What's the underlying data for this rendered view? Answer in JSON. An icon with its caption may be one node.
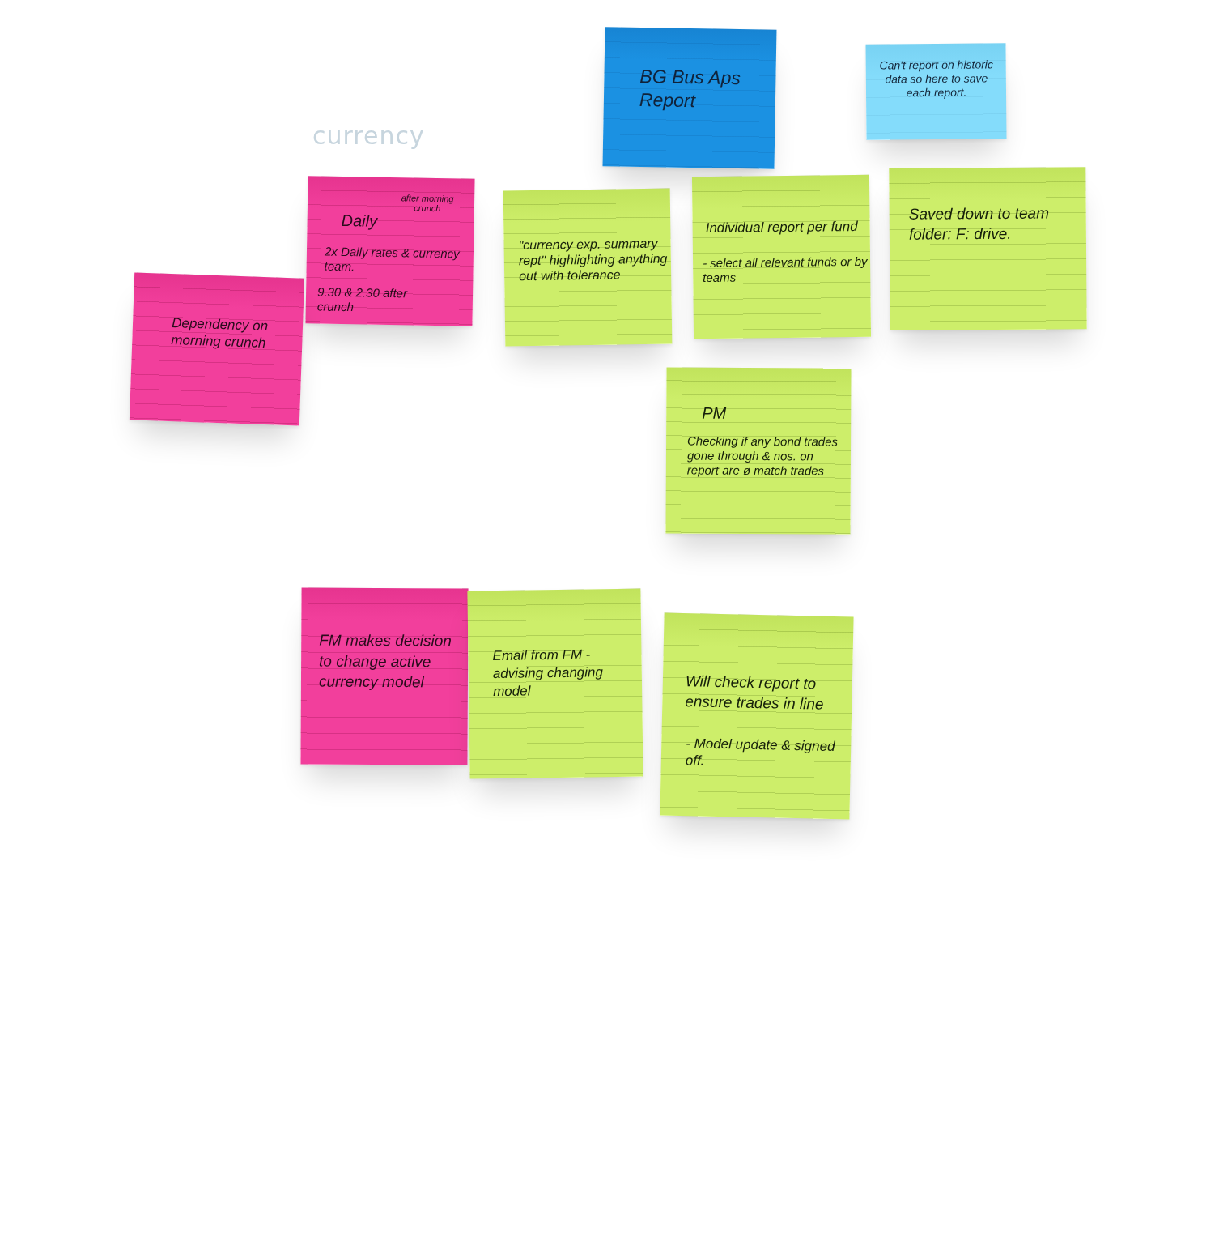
{
  "diagram": {
    "nodes": [
      {
        "text": [
          "BG Bus Aps Report"
        ]
      },
      {
        "text": [
          "Can't report on historic data so here to save each report."
        ]
      },
      {
        "text": [
          "Daily",
          "after morning crunch",
          "2x Daily rates & currency team.",
          "9.30 & 2.30 after crunch"
        ]
      },
      {
        "text": [
          "\"currency exp. summary rept\" highlighting anything out with tolerance"
        ]
      },
      {
        "text": [
          "Individual report per fund",
          "- select all relevant funds or by teams"
        ]
      },
      {
        "text": [
          "Saved down to team folder: F: drive."
        ]
      },
      {
        "text": [
          "Dependency on morning crunch"
        ]
      },
      {
        "text": [
          "PM",
          "Checking if any bond trades gone through & nos. on report are ø match trades"
        ]
      },
      {
        "text": [
          "FM makes decision to change active currency model"
        ]
      },
      {
        "text": [
          "Email from FM - advising changing model"
        ]
      },
      {
        "text": [
          "Will check report to ensure trades in line",
          "- Model update & signed off."
        ]
      }
    ],
    "labels": [
      "currency"
    ]
  }
}
